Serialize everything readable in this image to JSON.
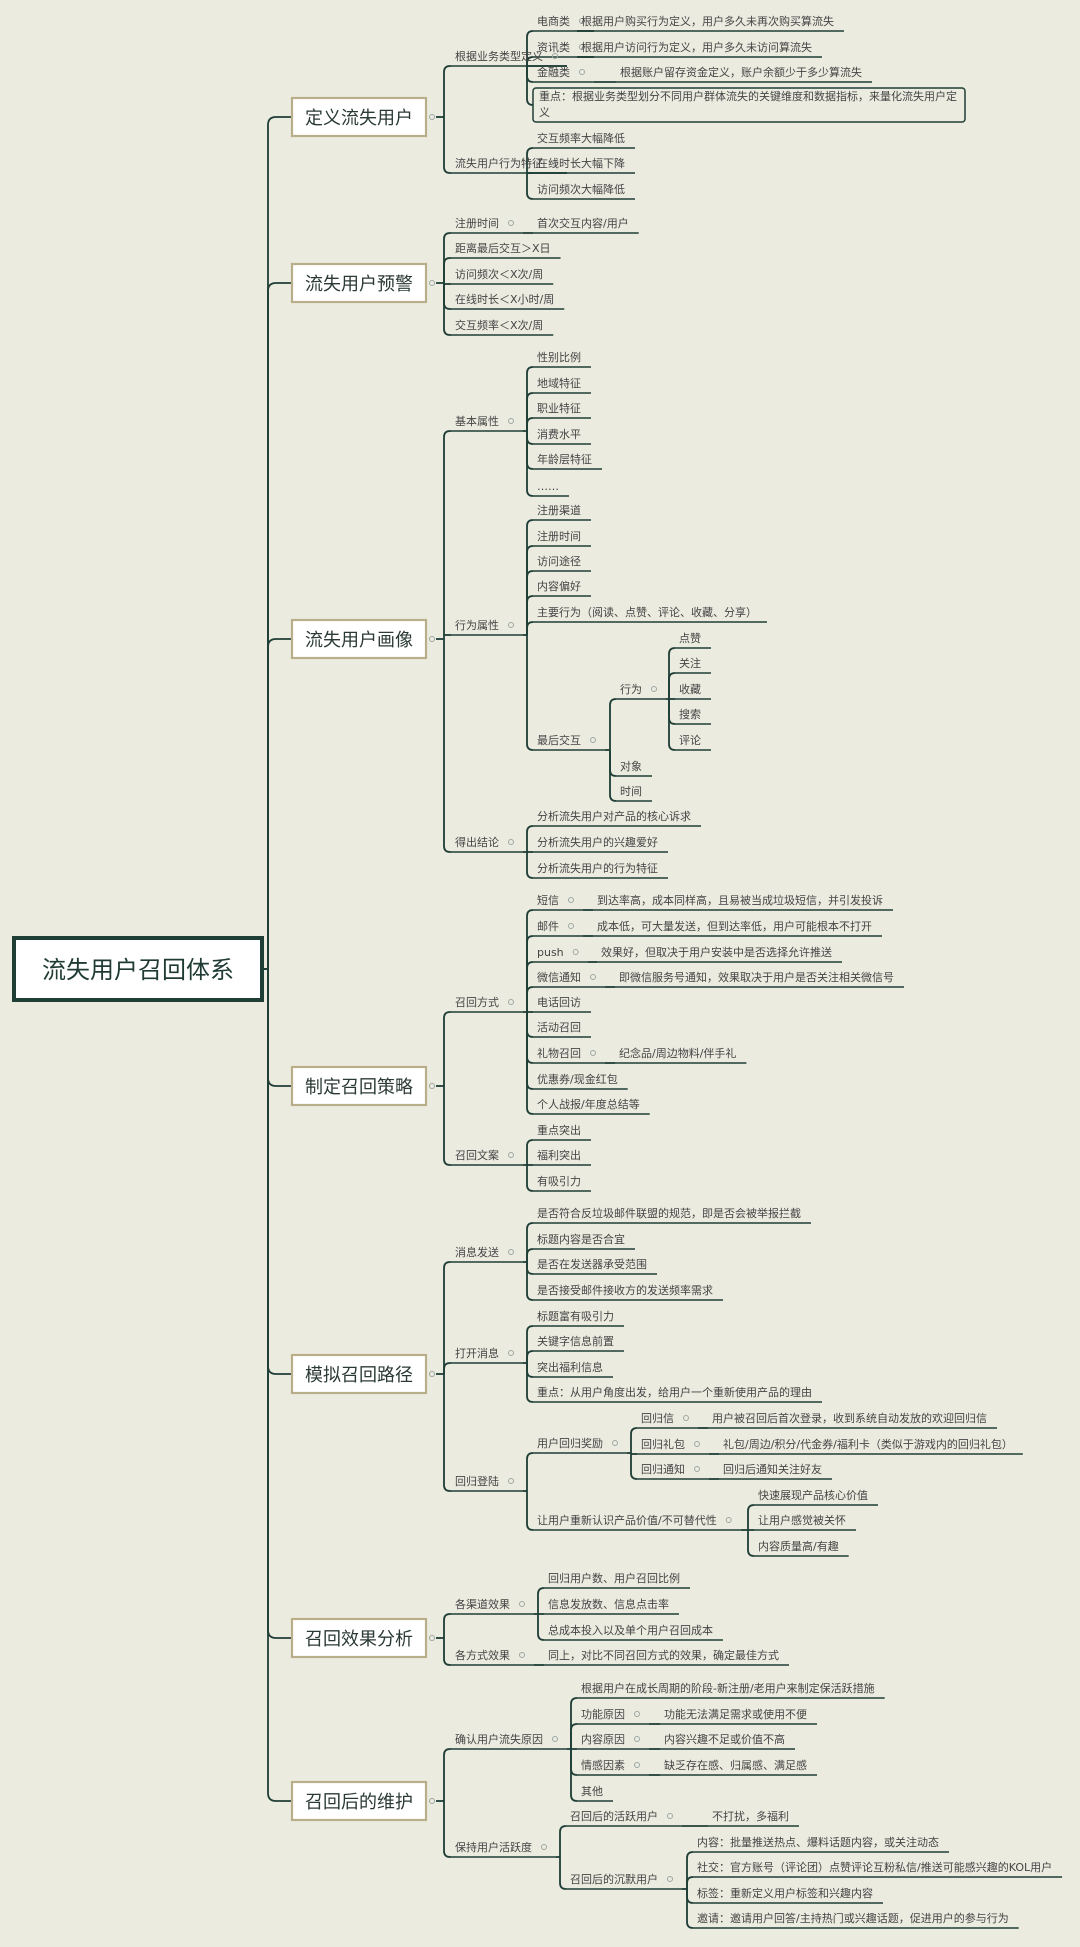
{
  "root": "流失用户召回体系",
  "branches": [
    {
      "label": "定义流失用户",
      "children": [
        {
          "label": "根据业务类型定义",
          "children": [
            {
              "label": "电商类",
              "children": [
                {
                  "label": "根据用户购买行为定义，用户多久未再次购买算流失"
                }
              ]
            },
            {
              "label": "资讯类",
              "children": [
                {
                  "label": "根据用户访问行为定义，用户多久未访问算流失"
                }
              ]
            },
            {
              "label": "金融类",
              "children": [
                {
                  "label": "根据账户留存资金定义，账户余额少于多少算流失"
                }
              ]
            },
            {
              "label": "重点：根据业务类型划分不同用户群体流失的关键维度和数据指标，来量化流失用户定义",
              "boxed": true,
              "lines": [
                "重点：根据业务类型划分不同用户群体流失的关键维度和数据指标，来量化流失用户定",
                "义"
              ]
            }
          ]
        },
        {
          "label": "流失用户行为特征",
          "children": [
            {
              "label": "交互频率大幅降低"
            },
            {
              "label": "在线时长大幅下降"
            },
            {
              "label": "访问频次大幅降低"
            }
          ]
        }
      ]
    },
    {
      "label": "流失用户预警",
      "children": [
        {
          "label": "注册时间",
          "children": [
            {
              "label": "首次交互内容/用户"
            }
          ]
        },
        {
          "label": "距离最后交互＞X日"
        },
        {
          "label": "访问频次＜X次/周"
        },
        {
          "label": "在线时长＜X小时/周"
        },
        {
          "label": "交互频率＜X次/周"
        }
      ]
    },
    {
      "label": "流失用户画像",
      "children": [
        {
          "label": "基本属性",
          "children": [
            {
              "label": "性别比例"
            },
            {
              "label": "地域特征"
            },
            {
              "label": "职业特征"
            },
            {
              "label": "消费水平"
            },
            {
              "label": "年龄层特征"
            },
            {
              "label": "……"
            }
          ]
        },
        {
          "label": "行为属性",
          "children": [
            {
              "label": "注册渠道"
            },
            {
              "label": "注册时间"
            },
            {
              "label": "访问途径"
            },
            {
              "label": "内容偏好"
            },
            {
              "label": "主要行为（阅读、点赞、评论、收藏、分享）"
            },
            {
              "label": "最后交互",
              "children": [
                {
                  "label": "行为",
                  "children": [
                    {
                      "label": "点赞"
                    },
                    {
                      "label": "关注"
                    },
                    {
                      "label": "收藏"
                    },
                    {
                      "label": "搜索"
                    },
                    {
                      "label": "评论"
                    }
                  ]
                },
                {
                  "label": "对象"
                },
                {
                  "label": "时间"
                }
              ]
            }
          ]
        },
        {
          "label": "得出结论",
          "children": [
            {
              "label": "分析流失用户对产品的核心诉求"
            },
            {
              "label": "分析流失用户的兴趣爱好"
            },
            {
              "label": "分析流失用户的行为特征"
            }
          ]
        }
      ]
    },
    {
      "label": "制定召回策略",
      "children": [
        {
          "label": "召回方式",
          "children": [
            {
              "label": "短信",
              "children": [
                {
                  "label": "到达率高，成本同样高，且易被当成垃圾短信，并引发投诉"
                }
              ]
            },
            {
              "label": "邮件",
              "children": [
                {
                  "label": "成本低，可大量发送，但到达率低，用户可能根本不打开"
                }
              ]
            },
            {
              "label": "push",
              "children": [
                {
                  "label": "效果好，但取决于用户安装中是否选择允许推送"
                }
              ]
            },
            {
              "label": "微信通知",
              "children": [
                {
                  "label": "即微信服务号通知，效果取决于用户是否关注相关微信号"
                }
              ]
            },
            {
              "label": "电话回访"
            },
            {
              "label": "活动召回"
            },
            {
              "label": "礼物召回",
              "children": [
                {
                  "label": "纪念品/周边物料/伴手礼"
                }
              ]
            },
            {
              "label": "优惠券/现金红包"
            },
            {
              "label": "个人战报/年度总结等"
            }
          ]
        },
        {
          "label": "召回文案",
          "children": [
            {
              "label": "重点突出"
            },
            {
              "label": "福利突出"
            },
            {
              "label": "有吸引力"
            }
          ]
        }
      ]
    },
    {
      "label": "模拟召回路径",
      "children": [
        {
          "label": "消息发送",
          "children": [
            {
              "label": "是否符合反垃圾邮件联盟的规范，即是否会被举报拦截"
            },
            {
              "label": "标题内容是否合宜"
            },
            {
              "label": "是否在发送器承受范围"
            },
            {
              "label": "是否接受邮件接收方的发送频率需求"
            }
          ]
        },
        {
          "label": "打开消息",
          "children": [
            {
              "label": "标题富有吸引力"
            },
            {
              "label": "关键字信息前置"
            },
            {
              "label": "突出福利信息"
            },
            {
              "label": "重点：从用户角度出发，给用户一个重新使用产品的理由"
            }
          ]
        },
        {
          "label": "回归登陆",
          "children": [
            {
              "label": "用户回归奖励",
              "children": [
                {
                  "label": "回归信",
                  "children": [
                    {
                      "label": "用户被召回后首次登录，收到系统自动发放的欢迎回归信"
                    }
                  ]
                },
                {
                  "label": "回归礼包",
                  "children": [
                    {
                      "label": "礼包/周边/积分/代金券/福利卡（类似于游戏内的回归礼包）"
                    }
                  ]
                },
                {
                  "label": "回归通知",
                  "children": [
                    {
                      "label": "回归后通知关注好友"
                    }
                  ]
                }
              ]
            },
            {
              "label": "让用户重新认识产品价值/不可替代性",
              "children": [
                {
                  "label": "快速展现产品核心价值"
                },
                {
                  "label": "让用户感觉被关怀"
                },
                {
                  "label": "内容质量高/有趣"
                }
              ]
            }
          ]
        }
      ]
    },
    {
      "label": "召回效果分析",
      "children": [
        {
          "label": "各渠道效果",
          "children": [
            {
              "label": "回归用户数、用户召回比例"
            },
            {
              "label": "信息发放数、信息点击率"
            },
            {
              "label": "总成本投入以及单个用户召回成本"
            }
          ]
        },
        {
          "label": "各方式效果",
          "children": [
            {
              "label": "同上，对比不同召回方式的效果，确定最佳方式"
            }
          ]
        }
      ]
    },
    {
      "label": "召回后的维护",
      "children": [
        {
          "label": "确认用户流失原因",
          "children": [
            {
              "label": "根据用户在成长周期的阶段-新注册/老用户来制定保活跃措施"
            },
            {
              "label": "功能原因",
              "children": [
                {
                  "label": "功能无法满足需求或使用不便"
                }
              ]
            },
            {
              "label": "内容原因",
              "children": [
                {
                  "label": "内容兴趣不足或价值不高"
                }
              ]
            },
            {
              "label": "情感因素",
              "children": [
                {
                  "label": "缺乏存在感、归属感、满足感"
                }
              ]
            },
            {
              "label": "其他"
            }
          ]
        },
        {
          "label": "保持用户活跃度",
          "children": [
            {
              "label": "召回后的活跃用户",
              "children": [
                {
                  "label": "不打扰，多福利"
                }
              ]
            },
            {
              "label": "召回后的沉默用户",
              "children": [
                {
                  "label": "内容：批量推送热点、爆料话题内容，或关注动态"
                },
                {
                  "label": "社交：官方账号（评论团）点赞评论互粉私信/推送可能感兴趣的KOL用户"
                },
                {
                  "label": "标签：重新定义用户标签和兴趣内容"
                },
                {
                  "label": "邀请：邀请用户回答/主持热门或兴趣话题，促进用户的参与行为"
                }
              ]
            }
          ]
        }
      ]
    }
  ]
}
